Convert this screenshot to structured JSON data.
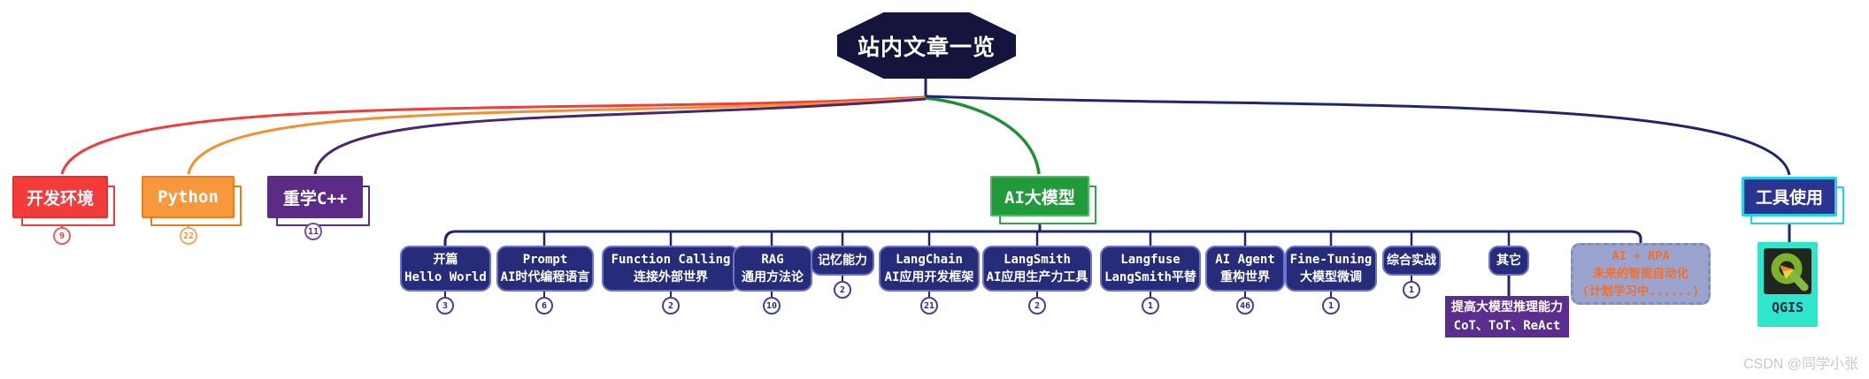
{
  "root": {
    "label": "站内文章一览"
  },
  "branches": [
    {
      "label": "开发环境",
      "count": "9",
      "color": "#f43b3b"
    },
    {
      "label": "Python",
      "count": "22",
      "color": "#f6902f"
    },
    {
      "label": "重学C++",
      "count": "11",
      "color": "#5b2b86"
    },
    {
      "label": "AI大模型",
      "count": null,
      "color": "#209a3a"
    },
    {
      "label": "工具使用",
      "count": null,
      "color": "#1ed4e8"
    }
  ],
  "ai_children": [
    {
      "line1": "开篇",
      "line2": "Hello World",
      "count": "3"
    },
    {
      "line1": "Prompt",
      "line2": "AI时代编程语言",
      "count": "6"
    },
    {
      "line1": "Function Calling",
      "line2": "连接外部世界",
      "count": "2"
    },
    {
      "line1": "RAG",
      "line2": "通用方法论",
      "count": "10"
    },
    {
      "line1": "记忆能力",
      "line2": "",
      "count": "2"
    },
    {
      "line1": "LangChain",
      "line2": "AI应用开发框架",
      "count": "21"
    },
    {
      "line1": "LangSmith",
      "line2": "AI应用生产力工具",
      "count": "2"
    },
    {
      "line1": "Langfuse",
      "line2": "LangSmith平替",
      "count": "1"
    },
    {
      "line1": "AI Agent",
      "line2": "重构世界",
      "count": "46"
    },
    {
      "line1": "Fine-Tuning",
      "line2": "大模型微调",
      "count": "1"
    },
    {
      "line1": "综合实战",
      "line2": "",
      "count": "1"
    },
    {
      "line1": "其它",
      "line2": "",
      "count": null
    }
  ],
  "others_child": {
    "line1": "提高大模型推理能力",
    "line2": "CoT、ToT、ReAct"
  },
  "planned_node": {
    "line1": "AI + RPA",
    "line2": "未来的智能自动化",
    "line3": "(计划学习中......)"
  },
  "tools_child": {
    "label": "QGIS",
    "icon": "qgis-logo-icon"
  },
  "watermark": "CSDN @同学小张",
  "colors": {
    "root_bg": "#14143c",
    "child_bg": "#272c7a",
    "child_border": "#6d73cf",
    "rail": "#1e2670",
    "sub_purple_bg": "#5b2d8e",
    "planned_bg": "#9ba3cf",
    "planned_text": "#f36f2a",
    "qgis_bg": "#2fe5cc",
    "watermark": "#c9c9c9"
  }
}
